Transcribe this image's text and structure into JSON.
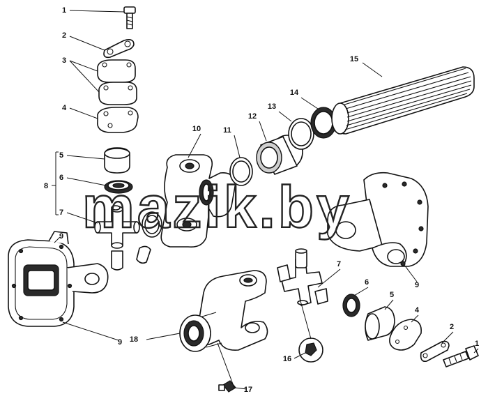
{
  "watermark": "mazik.by",
  "callouts": [
    {
      "id": "c1a",
      "label": "1"
    },
    {
      "id": "c2a",
      "label": "2"
    },
    {
      "id": "c3a",
      "label": "3"
    },
    {
      "id": "c4a",
      "label": "4"
    },
    {
      "id": "c5a",
      "label": "5"
    },
    {
      "id": "c6a",
      "label": "6"
    },
    {
      "id": "c7a",
      "label": "7"
    },
    {
      "id": "c8",
      "label": "8"
    },
    {
      "id": "c9a",
      "label": "9"
    },
    {
      "id": "c9b",
      "label": "9"
    },
    {
      "id": "c9c",
      "label": "9"
    },
    {
      "id": "c10",
      "label": "10"
    },
    {
      "id": "c11",
      "label": "11"
    },
    {
      "id": "c12",
      "label": "12"
    },
    {
      "id": "c13",
      "label": "13"
    },
    {
      "id": "c14",
      "label": "14"
    },
    {
      "id": "c15",
      "label": "15"
    },
    {
      "id": "c7b",
      "label": "7"
    },
    {
      "id": "c6b",
      "label": "6"
    },
    {
      "id": "c5b",
      "label": "5"
    },
    {
      "id": "c4b",
      "label": "4"
    },
    {
      "id": "c2b",
      "label": "2"
    },
    {
      "id": "c1b",
      "label": "1"
    },
    {
      "id": "c16",
      "label": "16"
    },
    {
      "id": "c17",
      "label": "17"
    },
    {
      "id": "c18",
      "label": "18"
    }
  ]
}
